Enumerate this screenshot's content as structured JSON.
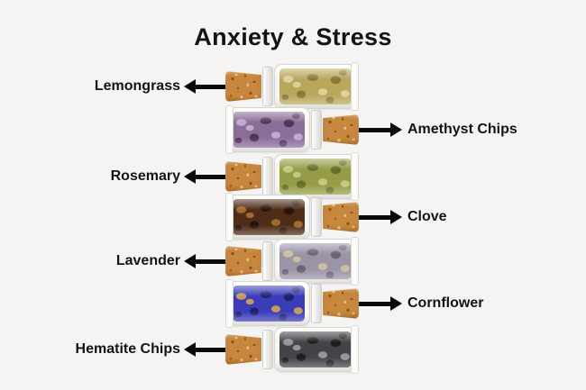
{
  "title": "Anxiety & Stress",
  "colors": {
    "background": "#f5f4f2",
    "text": "#161412",
    "arrow": "#0a0a0a",
    "cork_base": "#c8873e",
    "cork_dark": "#8a5216",
    "cork_light": "#ecc287",
    "glass": "#fbfaf7",
    "glass_border": "#d6d5d0"
  },
  "items": [
    {
      "label": "Lemongrass",
      "side": "left",
      "contents": "dried lemongrass strips",
      "fill_colors": {
        "base": "#b9a75c",
        "dark": "#8a7a38",
        "light": "#ddd09a"
      }
    },
    {
      "label": "Amethyst Chips",
      "side": "right",
      "contents": "purple amethyst chips",
      "fill_colors": {
        "base": "#8a6d99",
        "dark": "#4e3459",
        "light": "#c0a8ce"
      }
    },
    {
      "label": "Rosemary",
      "side": "left",
      "contents": "dried rosemary needles",
      "fill_colors": {
        "base": "#969c45",
        "dark": "#66702a",
        "light": "#c3c883"
      }
    },
    {
      "label": "Clove",
      "side": "right",
      "contents": "whole dried cloves",
      "fill_colors": {
        "base": "#4f2c18",
        "dark": "#2a140a",
        "light": "#a06a2c"
      }
    },
    {
      "label": "Lavender",
      "side": "left",
      "contents": "dried lavender buds",
      "fill_colors": {
        "base": "#9b93a6",
        "dark": "#6b6478",
        "light": "#cbbf9e"
      }
    },
    {
      "label": "Cornflower",
      "side": "right",
      "contents": "blue cornflower petals",
      "fill_colors": {
        "base": "#3a3cb8",
        "dark": "#20226e",
        "light": "#c59a5f"
      }
    },
    {
      "label": "Hematite Chips",
      "side": "left",
      "contents": "dark hematite chips",
      "fill_colors": {
        "base": "#444448",
        "dark": "#1e1e20",
        "light": "#95959c"
      }
    }
  ]
}
